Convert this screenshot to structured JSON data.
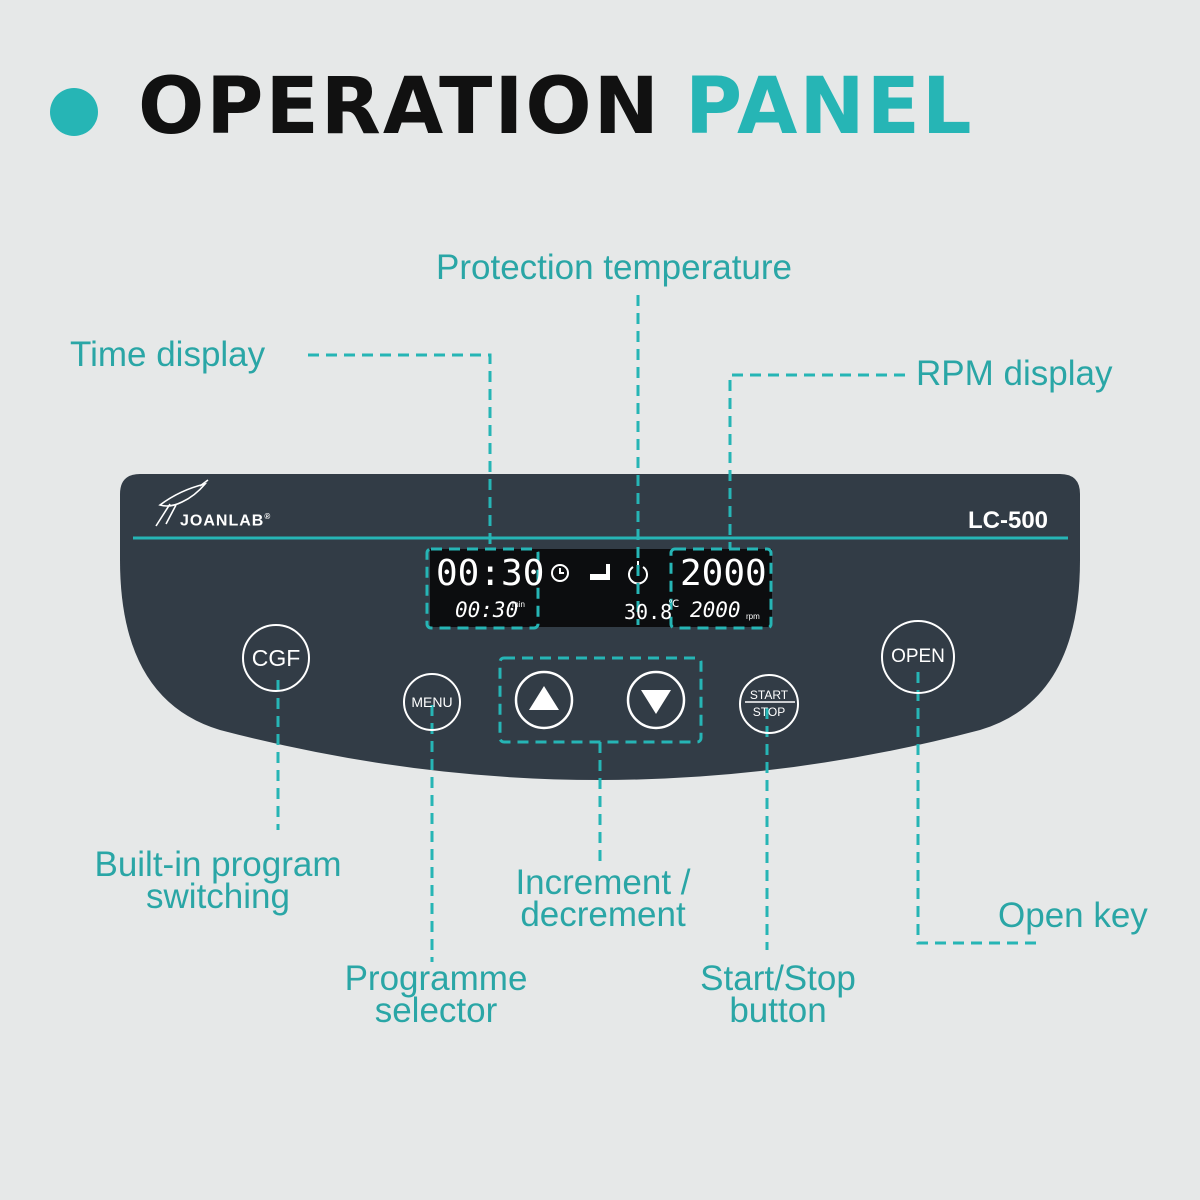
{
  "header": {
    "title_main": "OPERATION",
    "title_accent": "PANEL"
  },
  "panel": {
    "brand": "JOANLAB",
    "brand_mark": "®",
    "model": "LC-500",
    "display": {
      "time_main": "00:30",
      "time_set": "00:30",
      "time_unit": "min",
      "temperature": "30.8",
      "temperature_unit": "℃",
      "rpm_main": "2000",
      "rpm_set": "2000",
      "rpm_unit": "rpm",
      "icons": [
        "clock-icon",
        "rotor-icon",
        "power-icon"
      ]
    },
    "buttons": {
      "cgf": "CGF",
      "menu": "MENU",
      "start": "START",
      "stop": "STOP",
      "open": "OPEN"
    }
  },
  "callouts": {
    "time_display": "Time display",
    "protection_temperature": "Protection temperature",
    "rpm_display": "RPM display",
    "builtin_line1": "Built-in program",
    "builtin_line2": "switching",
    "increment_line1": "Increment /",
    "increment_line2": "decrement",
    "open_key": "Open key",
    "programme_line1": "Programme",
    "programme_line2": "selector",
    "startstop_line1": "Start/Stop",
    "startstop_line2": "button"
  },
  "colors": {
    "accent": "#26b5b5",
    "label": "#2aa6a6",
    "panel": "#323c46",
    "background": "#e6e8e8"
  }
}
